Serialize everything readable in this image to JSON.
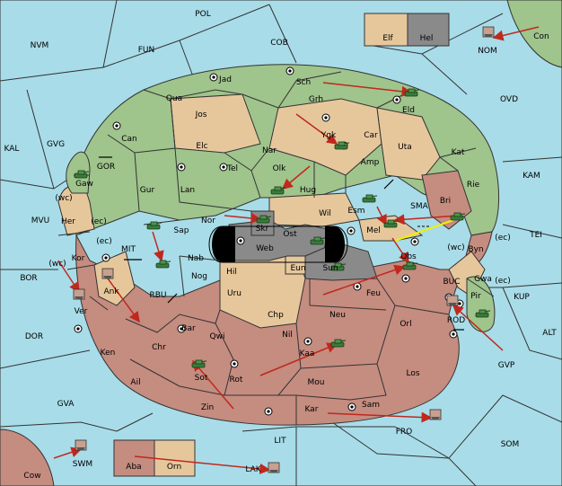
{
  "colors": {
    "sea": "#a8dce8",
    "green": "#9fc48c",
    "tan": "#e6c79c",
    "red": "#c58c80",
    "grey": "#8a8a8a",
    "black": "#000000",
    "arrow": "#c0281e",
    "support": "#f0f000",
    "unit": "#3b7a3b"
  },
  "sea_labels": [
    {
      "id": "pol",
      "text": "POL"
    },
    {
      "id": "nvm",
      "text": "NVM"
    },
    {
      "id": "fun",
      "text": "FUN"
    },
    {
      "id": "cob",
      "text": "COB"
    },
    {
      "id": "nom",
      "text": "NOM"
    },
    {
      "id": "ovd",
      "text": "OVD"
    },
    {
      "id": "kal",
      "text": "KAL"
    },
    {
      "id": "gvg",
      "text": "GVG"
    },
    {
      "id": "kam",
      "text": "KAM"
    },
    {
      "id": "mvu",
      "text": "MVU"
    },
    {
      "id": "tei",
      "text": "TEI"
    },
    {
      "id": "bor",
      "text": "BOR"
    },
    {
      "id": "kup",
      "text": "KUP"
    },
    {
      "id": "alt",
      "text": "ALT"
    },
    {
      "id": "dor",
      "text": "DOR"
    },
    {
      "id": "gvp",
      "text": "GVP"
    },
    {
      "id": "gva",
      "text": "GVA"
    },
    {
      "id": "fro",
      "text": "FRO"
    },
    {
      "id": "lit",
      "text": "LIT"
    },
    {
      "id": "som",
      "text": "SOM"
    },
    {
      "id": "swm",
      "text": "SWM"
    },
    {
      "id": "lak",
      "text": "LAK"
    },
    {
      "id": "gor",
      "text": "GOR"
    },
    {
      "id": "mit",
      "text": "MIT"
    },
    {
      "id": "rbu",
      "text": "RBU"
    },
    {
      "id": "sma",
      "text": "SMA"
    },
    {
      "id": "buc",
      "text": "BUC"
    },
    {
      "id": "rod",
      "text": "ROD"
    }
  ],
  "land_labels": [
    {
      "id": "con",
      "text": "Con"
    },
    {
      "id": "elf",
      "text": "Elf"
    },
    {
      "id": "hel",
      "text": "Hel"
    },
    {
      "id": "jad",
      "text": "Jad"
    },
    {
      "id": "sch",
      "text": "Sch"
    },
    {
      "id": "qua",
      "text": "Qua"
    },
    {
      "id": "grh",
      "text": "Grh"
    },
    {
      "id": "eld",
      "text": "Eld"
    },
    {
      "id": "jos",
      "text": "Jos"
    },
    {
      "id": "can",
      "text": "Can"
    },
    {
      "id": "ygk",
      "text": "Ygk"
    },
    {
      "id": "car",
      "text": "Car"
    },
    {
      "id": "uta",
      "text": "Uta"
    },
    {
      "id": "elc",
      "text": "Elc"
    },
    {
      "id": "nar",
      "text": "Nar"
    },
    {
      "id": "amp",
      "text": "Amp"
    },
    {
      "id": "kat",
      "text": "Kat"
    },
    {
      "id": "tel",
      "text": "Tel"
    },
    {
      "id": "olk",
      "text": "Olk"
    },
    {
      "id": "gaw",
      "text": "Gaw"
    },
    {
      "id": "gur",
      "text": "Gur"
    },
    {
      "id": "lan",
      "text": "Lan"
    },
    {
      "id": "hug",
      "text": "Hug"
    },
    {
      "id": "rie",
      "text": "Rie"
    },
    {
      "id": "bri",
      "text": "Bri"
    },
    {
      "id": "wc1",
      "text": "(wc)"
    },
    {
      "id": "esm",
      "text": "Esm"
    },
    {
      "id": "wil",
      "text": "Wil"
    },
    {
      "id": "her",
      "text": "Her"
    },
    {
      "id": "ec1",
      "text": "(ec)"
    },
    {
      "id": "nor",
      "text": "Nor"
    },
    {
      "id": "skr",
      "text": "Skr"
    },
    {
      "id": "sap",
      "text": "Sap"
    },
    {
      "id": "mel",
      "text": "Mel"
    },
    {
      "id": "wc2",
      "text": "(wc)"
    },
    {
      "id": "byn",
      "text": "Byn"
    },
    {
      "id": "ec2",
      "text": "(ec)"
    },
    {
      "id": "ost",
      "text": "Ost"
    },
    {
      "id": "ec3",
      "text": "(ec)"
    },
    {
      "id": "web",
      "text": "Web"
    },
    {
      "id": "kor",
      "text": "Kor"
    },
    {
      "id": "nab",
      "text": "Nab"
    },
    {
      "id": "obs",
      "text": "Obs"
    },
    {
      "id": "wc3",
      "text": "(wc)"
    },
    {
      "id": "eun",
      "text": "Eun"
    },
    {
      "id": "sun",
      "text": "Sun"
    },
    {
      "id": "hil",
      "text": "Hil"
    },
    {
      "id": "gwa",
      "text": "Gwa"
    },
    {
      "id": "ec4",
      "text": "(ec)"
    },
    {
      "id": "ank",
      "text": "Ank"
    },
    {
      "id": "nog",
      "text": "Nog"
    },
    {
      "id": "feu",
      "text": "Feu"
    },
    {
      "id": "pir",
      "text": "Pir"
    },
    {
      "id": "uru",
      "text": "Uru"
    },
    {
      "id": "ver",
      "text": "Ver"
    },
    {
      "id": "orl",
      "text": "Orl"
    },
    {
      "id": "chp",
      "text": "Chp"
    },
    {
      "id": "neu",
      "text": "Neu"
    },
    {
      "id": "bar",
      "text": "Bar"
    },
    {
      "id": "qwi",
      "text": "Qwi"
    },
    {
      "id": "ken",
      "text": "Ken"
    },
    {
      "id": "nil",
      "text": "Nil"
    },
    {
      "id": "chr",
      "text": "Chr"
    },
    {
      "id": "kaa",
      "text": "Kaa"
    },
    {
      "id": "ail",
      "text": "Ail"
    },
    {
      "id": "rot",
      "text": "Rot"
    },
    {
      "id": "mou",
      "text": "Mou"
    },
    {
      "id": "los",
      "text": "Los"
    },
    {
      "id": "sot",
      "text": "Sot"
    },
    {
      "id": "zin",
      "text": "Zin"
    },
    {
      "id": "kar",
      "text": "Kar"
    },
    {
      "id": "sam",
      "text": "Sam"
    },
    {
      "id": "cow",
      "text": "Cow"
    },
    {
      "id": "aba",
      "text": "Aba"
    },
    {
      "id": "orn",
      "text": "Orn"
    }
  ]
}
